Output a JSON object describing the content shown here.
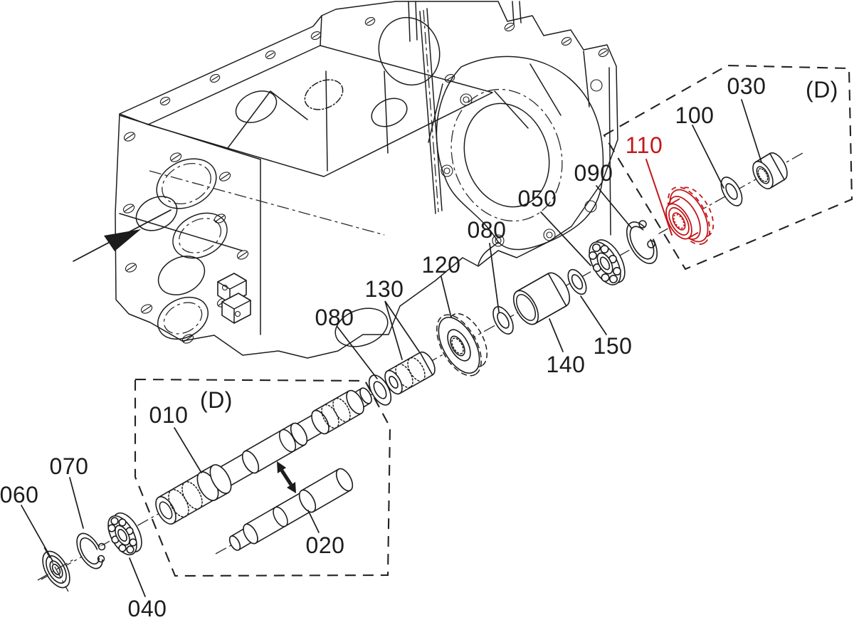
{
  "figure": {
    "type": "exploded-parts-diagram",
    "background": "#ffffff",
    "line_color": "#1c1c1c",
    "highlight": {
      "part_ref": "110",
      "color": "#c2181b"
    },
    "callouts": {
      "p010": "010",
      "p020": "020",
      "p030": "030",
      "p040": "040",
      "p050": "050",
      "p060": "060",
      "p070": "070",
      "p080_left": "080",
      "p080_right": "080",
      "p090": "090",
      "p100": "100",
      "p110": "110",
      "p120": "120",
      "p130": "130",
      "p140": "140",
      "p150": "150",
      "detail_upper": "(D)",
      "detail_lower": "(D)"
    }
  }
}
